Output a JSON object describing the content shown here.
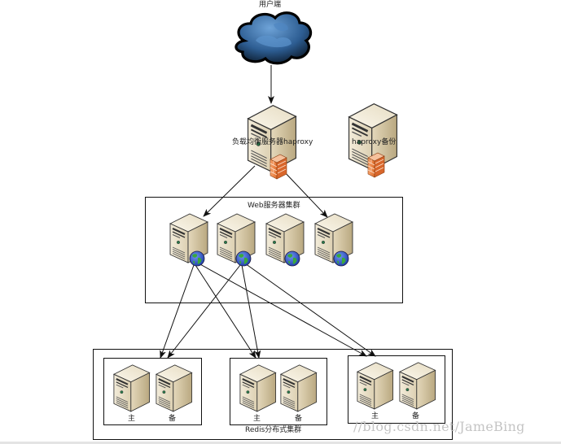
{
  "diagram": {
    "client": {
      "label": "用户端",
      "icon": "cloud-icon"
    },
    "load_balancer": {
      "label": "负载均衡服务器haproxy",
      "icon": "server-firewall-icon"
    },
    "backup_balancer": {
      "label": "haproxy备份",
      "icon": "server-firewall-icon"
    },
    "web_cluster": {
      "label": "Web服务器集群",
      "servers": [
        {
          "name": "web-server-1",
          "icon": "web-server-icon"
        },
        {
          "name": "web-server-2",
          "icon": "web-server-icon"
        },
        {
          "name": "web-server-3",
          "icon": "web-server-icon"
        },
        {
          "name": "web-server-4",
          "icon": "web-server-icon"
        }
      ]
    },
    "redis_cluster": {
      "label": "Redis分布式集群",
      "groups": [
        {
          "primary_label": "主",
          "backup_label": "备"
        },
        {
          "primary_label": "主",
          "backup_label": "备"
        },
        {
          "primary_label": "主",
          "backup_label": "备"
        }
      ]
    },
    "connections": [
      {
        "from": "client",
        "to": "load_balancer"
      },
      {
        "from": "load_balancer",
        "to": "web-server-1"
      },
      {
        "from": "load_balancer",
        "to": "web-server-4"
      },
      {
        "from": "web-server-1",
        "to": "redis-group-1"
      },
      {
        "from": "web-server-1",
        "to": "redis-group-2"
      },
      {
        "from": "web-server-1",
        "to": "redis-group-3"
      },
      {
        "from": "web-server-2",
        "to": "redis-group-1"
      },
      {
        "from": "web-server-2",
        "to": "redis-group-2"
      },
      {
        "from": "web-server-2",
        "to": "redis-group-3"
      }
    ]
  },
  "watermark": "//blog.csdn.net/JameBing",
  "colors": {
    "server_light": "#ede3cc",
    "server_mid": "#d4c6a4",
    "server_dark": "#b3a27c",
    "firewall": "#ee8a4a",
    "cloud": "#2f5f93",
    "globe_blue": "#2f56c8",
    "globe_green": "#2e9a2e"
  }
}
